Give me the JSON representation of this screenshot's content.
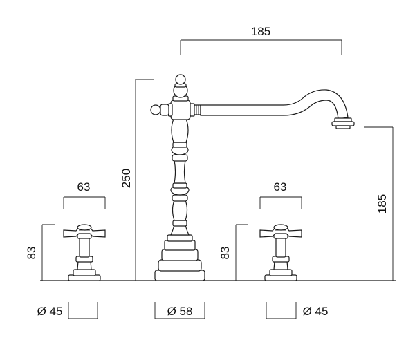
{
  "dimensions": {
    "spout_reach": "185",
    "total_height": "250",
    "spout_height": "185",
    "left_handle_width": "63",
    "right_handle_width": "63",
    "left_handle_height": "83",
    "right_handle_height": "83",
    "left_base_diameter": "Ø 45",
    "center_base_diameter": "Ø 58",
    "right_base_diameter": "Ø 45"
  },
  "colors": {
    "line": "#1a1a1a",
    "background": "#ffffff"
  }
}
